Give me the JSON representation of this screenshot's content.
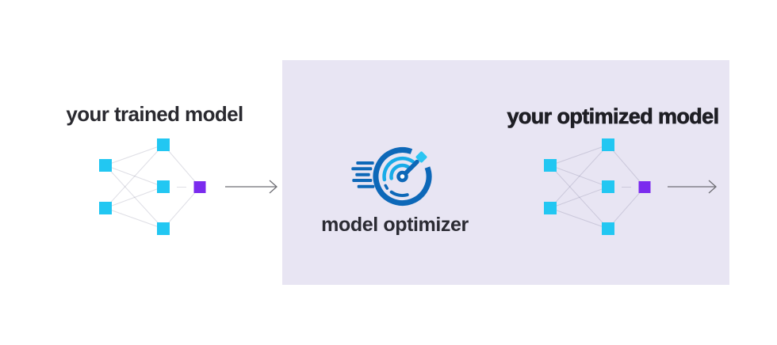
{
  "colors": {
    "page_background": "#FFFFFF",
    "panel_background": "#E8E5F3",
    "node_cyan": "#22C7F2",
    "node_purple": "#7B2BEE",
    "connection_line": "rgba(70,70,110,0.18)",
    "arrow_stroke": "#6E6E74",
    "title_color": "#2A2A30",
    "bold_title_color": "#1E1E24",
    "label_color": "#2B2B33",
    "icon_blue": "#0D68B8",
    "icon_arc_cyan": "#18ABE8",
    "icon_diamond_cyan": "#2BC5F2"
  },
  "left_section": {
    "title": "your trained model",
    "network": {
      "type": "neural-network",
      "layers": [
        2,
        3,
        1
      ],
      "input_hidden_node_color": "#22C7F2",
      "output_node_color": "#7B2BEE"
    }
  },
  "optimizer_panel": {
    "label": "model optimizer",
    "icon": "speedometer-icon"
  },
  "right_section": {
    "title": "your optimized model",
    "network": {
      "type": "neural-network",
      "layers": [
        2,
        3,
        1
      ],
      "input_hidden_node_color": "#22C7F2",
      "output_node_color": "#7B2BEE"
    }
  },
  "flow": {
    "arrow_icons": [
      "arrow-right-icon",
      "arrow-right-icon"
    ]
  }
}
